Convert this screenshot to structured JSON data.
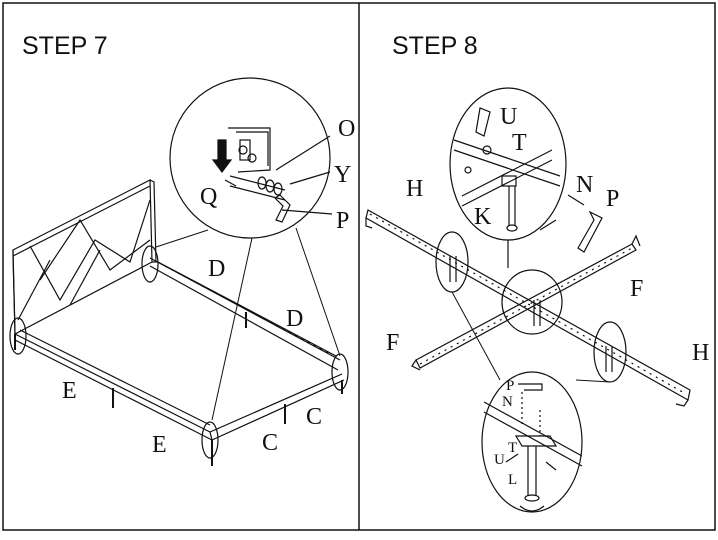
{
  "step7": {
    "title": "STEP  7",
    "labels": {
      "O": "O",
      "Y": "Y",
      "Q": "Q",
      "P": "P",
      "D1": "D",
      "D2": "D",
      "E1": "E",
      "E2": "E",
      "C1": "C",
      "C2": "C"
    }
  },
  "step8": {
    "title": "STEP  8",
    "labels": {
      "U": "U",
      "T": "T",
      "N": "N",
      "P": "P",
      "H1": "H",
      "K": "K",
      "F1": "F",
      "F2": "F",
      "H2": "H",
      "P_small": "P",
      "N_small": "N",
      "T_small": "T",
      "U_small": "U",
      "L_small": "L"
    }
  },
  "colors": {
    "ink": "#111111",
    "paper": "#ffffff"
  }
}
